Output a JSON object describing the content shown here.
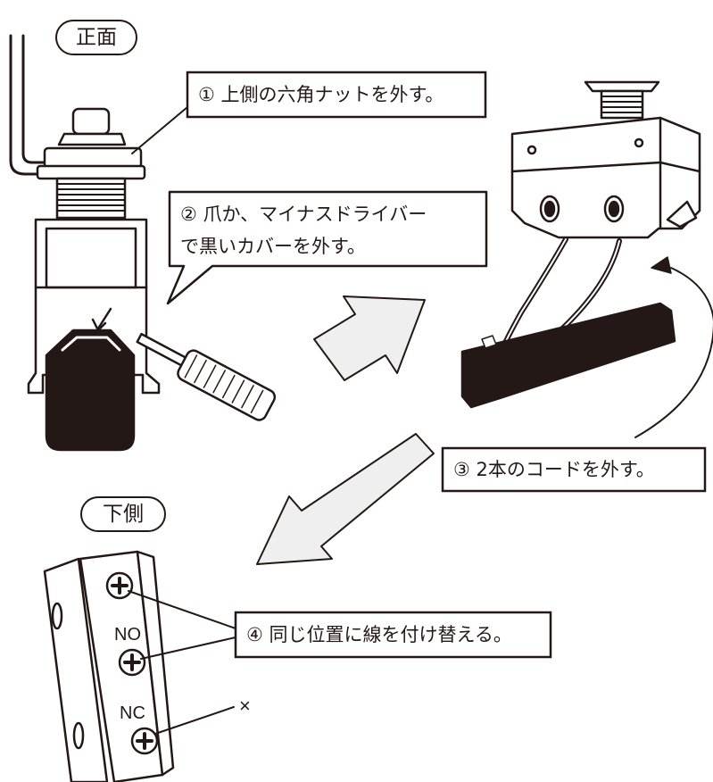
{
  "labels": {
    "front": "正面",
    "bottom": "下側"
  },
  "steps": [
    {
      "text": "① 上側の六角ナットを外す。"
    },
    {
      "line1": "② 爪か、マイナスドライバー",
      "line2": "で黒いカバーを外す。"
    },
    {
      "text": "③ 2本のコードを外す。"
    },
    {
      "text": "④ 同じ位置に線を付け替える。"
    }
  ],
  "terminals": {
    "no": "NO",
    "nc": "NC",
    "nc_mark": "×"
  }
}
